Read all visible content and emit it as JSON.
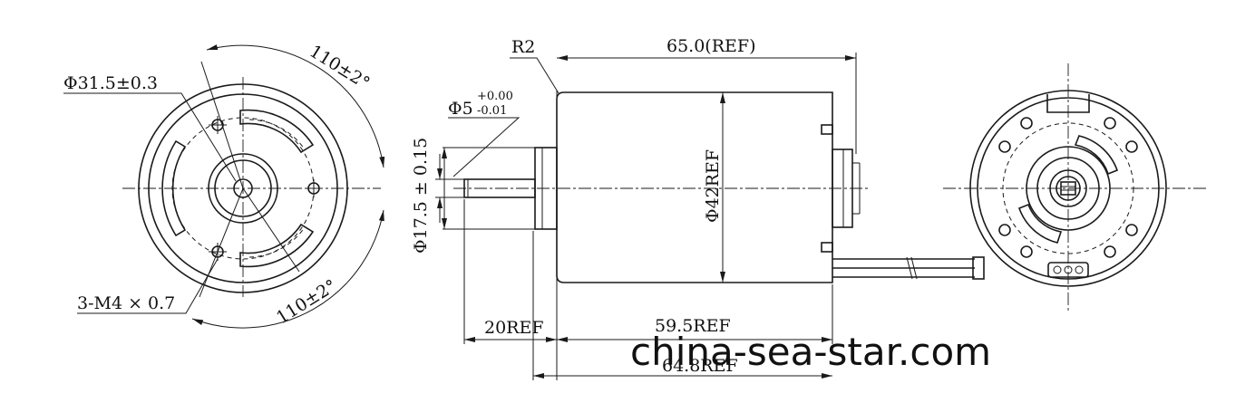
{
  "front_view": {
    "bolt_circle_dia": "Φ31.5±0.3",
    "angle_top": "110±2°",
    "angle_bottom": "110±2°",
    "thread_spec": "3-M4 × 0.7"
  },
  "side_view": {
    "radius": "R2",
    "overall_length": "65.0(REF)",
    "shaft_dia": "Φ5",
    "shaft_tol_upper": "+0.00",
    "shaft_tol_lower": "-0.01",
    "boss_dia": "Φ17.5 ± 0.15",
    "body_dia": "Φ42REF",
    "shaft_length": "20REF",
    "body_length": "59.5REF",
    "length_to_end": "64.8REF"
  },
  "watermark": "china-sea-star.com"
}
